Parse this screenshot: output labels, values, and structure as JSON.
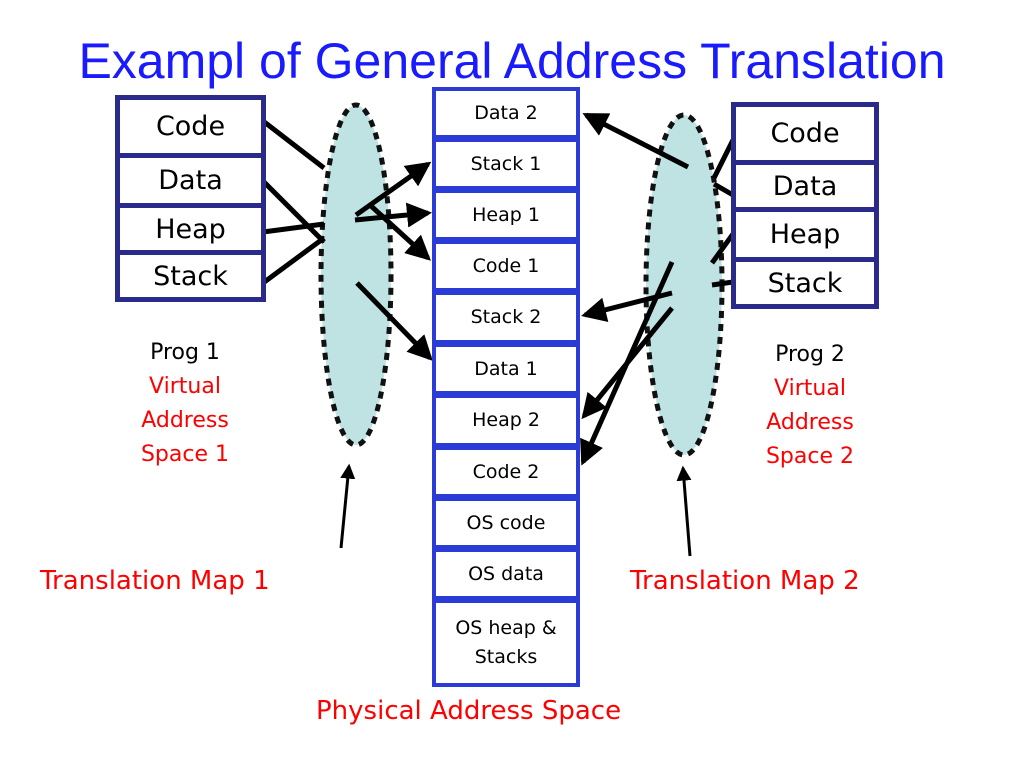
{
  "slide": {
    "title": "Exampl of General Address Translation"
  },
  "prog1": {
    "segments": [
      "Code",
      "Data",
      "Heap",
      "Stack"
    ],
    "label_prog": "Prog 1",
    "label_space": [
      "Virtual",
      "Address",
      "Space 1"
    ]
  },
  "prog2": {
    "segments": [
      "Code",
      "Data",
      "Heap",
      "Stack"
    ],
    "label_prog": "Prog 2",
    "label_space": [
      "Virtual",
      "Address",
      "Space 2"
    ]
  },
  "physical": {
    "blocks": [
      "Data 2",
      "Stack 1",
      "Heap 1",
      "Code 1",
      "Stack 2",
      "Data 1",
      "Heap 2",
      "Code 2",
      "OS code",
      "OS data"
    ],
    "last_block": [
      "OS heap &",
      "Stacks"
    ],
    "label": "Physical Address Space"
  },
  "maps": {
    "map1": "Translation Map 1",
    "map2": "Translation Map 2"
  },
  "colors": {
    "title": "#1a1aff",
    "virtual_border": "#2a2a8a",
    "physical_border": "#2b3bd6",
    "map_fill": "#bfe3e3",
    "label_red": "#ff0000"
  }
}
